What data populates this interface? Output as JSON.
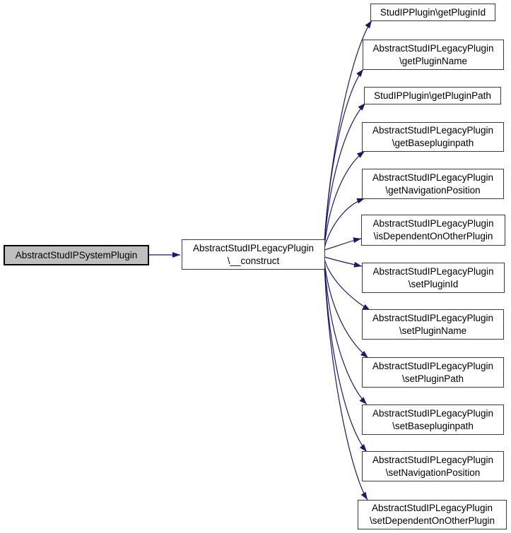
{
  "diagram": {
    "type": "call-graph",
    "edge_color": "#191970",
    "root_fill": "#bfbfbf",
    "node_fill": "#ffffff",
    "nodes": {
      "root": {
        "label": "AbstractStudIPSystemPlugin"
      },
      "caller": {
        "line1": "AbstractStudIPLegacyPlugin",
        "line2": "\\__construct"
      },
      "callees": [
        {
          "line1": "StudIPPlugin\\getPluginId",
          "line2": ""
        },
        {
          "line1": "AbstractStudIPLegacyPlugin",
          "line2": "\\getPluginName"
        },
        {
          "line1": "StudIPPlugin\\getPluginPath",
          "line2": ""
        },
        {
          "line1": "AbstractStudIPLegacyPlugin",
          "line2": "\\getBasepluginpath"
        },
        {
          "line1": "AbstractStudIPLegacyPlugin",
          "line2": "\\getNavigationPosition"
        },
        {
          "line1": "AbstractStudIPLegacyPlugin",
          "line2": "\\isDependentOnOtherPlugin"
        },
        {
          "line1": "AbstractStudIPLegacyPlugin",
          "line2": "\\setPluginId"
        },
        {
          "line1": "AbstractStudIPLegacyPlugin",
          "line2": "\\setPluginName"
        },
        {
          "line1": "AbstractStudIPLegacyPlugin",
          "line2": "\\setPluginPath"
        },
        {
          "line1": "AbstractStudIPLegacyPlugin",
          "line2": "\\setBasepluginpath"
        },
        {
          "line1": "AbstractStudIPLegacyPlugin",
          "line2": "\\setNavigationPosition"
        },
        {
          "line1": "AbstractStudIPLegacyPlugin",
          "line2": "\\setDependentOnOtherPlugin"
        }
      ]
    }
  }
}
